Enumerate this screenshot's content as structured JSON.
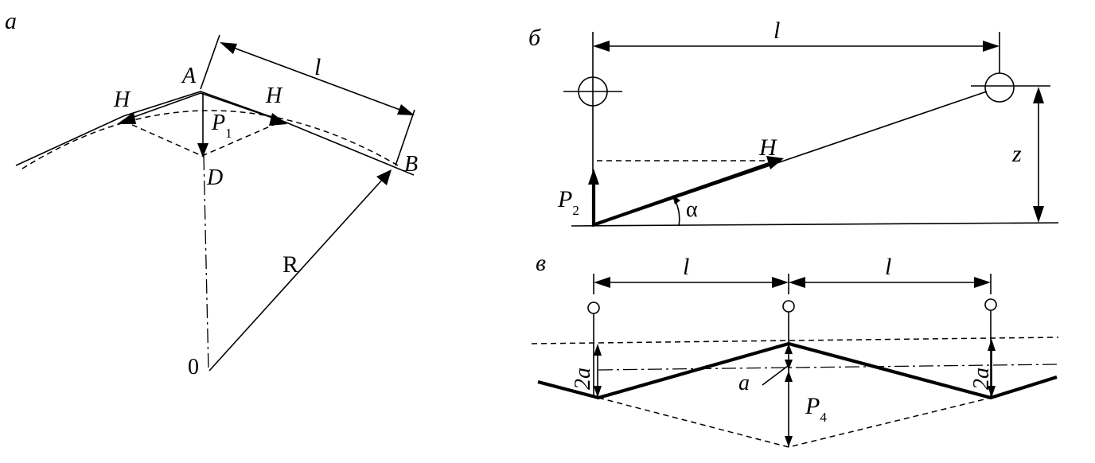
{
  "panels": {
    "a": {
      "letter": "а",
      "labels": {
        "A": "A",
        "B": "B",
        "D": "D",
        "O": "0",
        "H_left": "H",
        "H_right": "H",
        "P": "P",
        "P_sub": "1",
        "R": "R",
        "l": "l"
      }
    },
    "b": {
      "letter": "б",
      "labels": {
        "l": "l",
        "H": "H",
        "P": "P",
        "P_sub": "2",
        "alpha": "α",
        "z": "z"
      }
    },
    "c": {
      "letter": "в",
      "labels": {
        "l_left": "l",
        "l_right": "l",
        "two_a_left": "2a",
        "two_a_right": "2a",
        "a": "a",
        "P": "P",
        "P_sub": "4"
      }
    }
  }
}
